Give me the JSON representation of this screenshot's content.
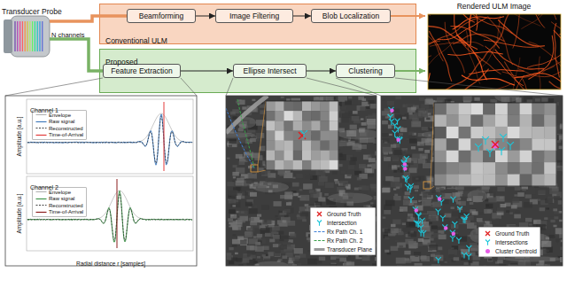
{
  "diagram": {
    "nodes": [
      {
        "text": [
          "Transducer Probe"
        ]
      },
      {
        "text": [
          "Conventional ULM"
        ]
      },
      {
        "text": [
          "Beamforming"
        ],
        "in": 1
      },
      {
        "text": [
          "Image Filtering"
        ],
        "in": 1
      },
      {
        "text": [
          "Blob Localization"
        ],
        "in": 1
      },
      {
        "text": [
          "Rendered ULM Image"
        ]
      },
      {
        "text": [
          "Proposed"
        ]
      },
      {
        "text": [
          "Feature Extraction"
        ],
        "in": 6
      },
      {
        "text": [
          "Ellipse Intersect"
        ],
        "in": 6
      },
      {
        "text": [
          "Clustering"
        ],
        "in": 6
      }
    ],
    "edges": [
      {
        "from": 0,
        "to": 2,
        "arrow": "none"
      },
      {
        "from": 0,
        "to": 7,
        "arrow": "none"
      },
      {
        "from": 2,
        "to": 3,
        "arrow": "to"
      },
      {
        "from": 3,
        "to": 4,
        "arrow": "to"
      },
      {
        "from": 4,
        "to": 5,
        "arrow": "to"
      },
      {
        "from": 7,
        "to": 8,
        "arrow": "to"
      },
      {
        "from": 8,
        "to": 9,
        "arrow": "to"
      },
      {
        "from": 9,
        "to": 5,
        "arrow": "to"
      }
    ],
    "labels": [
      "N channels",
      "Channel 1",
      "Amplitude [a.u.]",
      "Channel 2",
      "Amplitude [a.u.]",
      "Radial distance r [samples]"
    ],
    "legend": [
      {
        "text": "Envelope"
      },
      {
        "text": "Raw signal"
      },
      {
        "text": "Reconstructed"
      },
      {
        "text": "Time-of-Arrival"
      },
      {
        "text": "Envelope"
      },
      {
        "text": "Raw signal"
      },
      {
        "text": "Reconstructed"
      },
      {
        "text": "Time-of-Arrival"
      },
      {
        "text": "Ground Truth"
      },
      {
        "text": "Intersection"
      },
      {
        "text": "Rx Path Ch. 1"
      },
      {
        "text": "Rx Path Ch. 2"
      },
      {
        "text": "Transducer Plane"
      },
      {
        "text": "Ground Truth"
      },
      {
        "text": "Intersections"
      },
      {
        "text": "Cluster Centroid"
      }
    ]
  }
}
